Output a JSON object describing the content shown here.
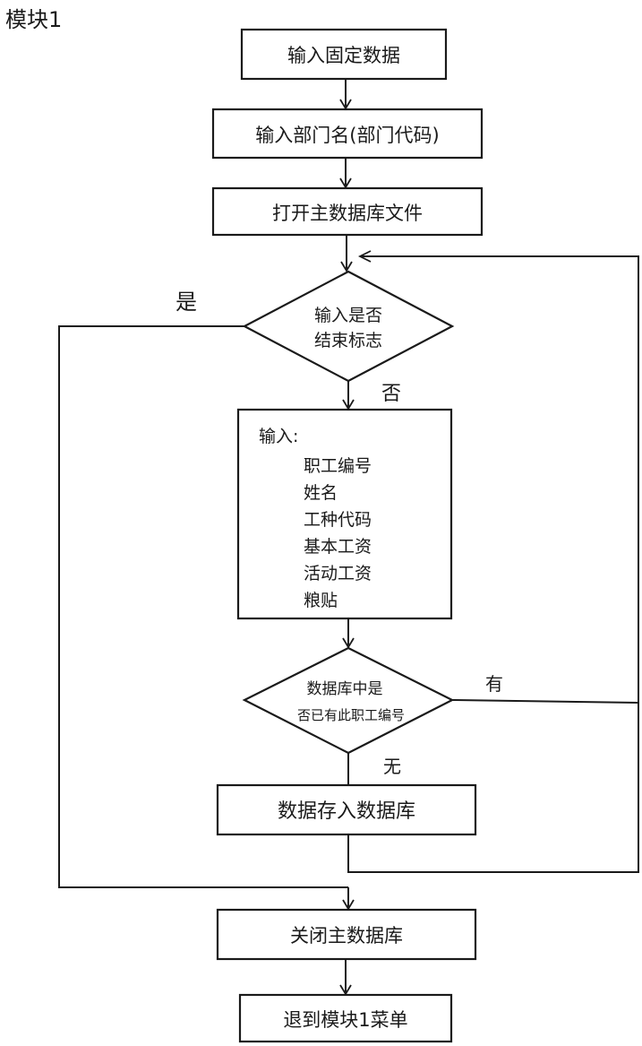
{
  "title": "模块1",
  "nodes": {
    "input_fixed": "输入固定数据",
    "input_dept": "输入部门名(部门代码)",
    "open_db": "打开主数据库文件",
    "end_check_line1": "输入是否",
    "end_check_line2": "结束标志",
    "input_block_heading": "输入:",
    "input_fields": [
      "职工编号",
      "姓名",
      "工种代码",
      "基本工资",
      "活动工资",
      "粮贴"
    ],
    "exists_check_line1": "数据库中是",
    "exists_check_line2": "否已有此职工编号",
    "save_to_db": "数据存入数据库",
    "close_db": "关闭主数据库",
    "return_menu": "退到模块1菜单"
  },
  "edge_labels": {
    "yes": "是",
    "no": "否",
    "has": "有",
    "none": "无"
  }
}
